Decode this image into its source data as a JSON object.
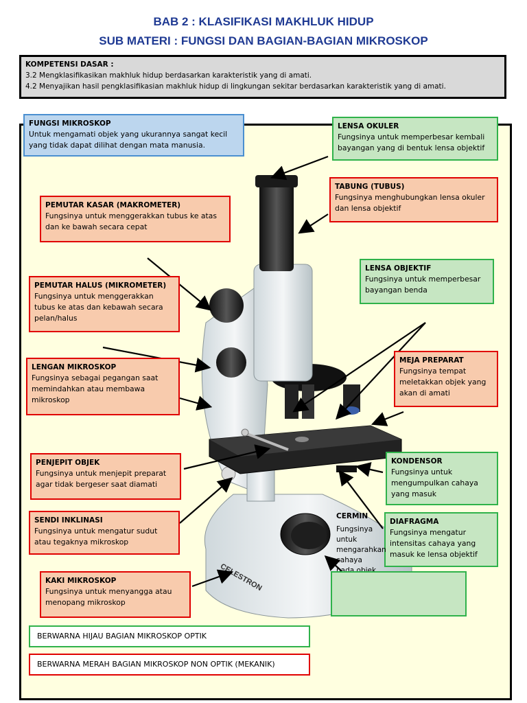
{
  "header": {
    "title": "BAB 2 : KLASIFIKASI MAKHLUK HIDUP",
    "subtitle": "SUB MATERI : FUNGSI DAN BAGIAN-BAGIAN MIKROSKOP"
  },
  "kompetensi": {
    "title": "KOMPETENSI DASAR :",
    "items": [
      "3.2  Mengklasifikasikan makhluk hidup berdasarkan karakteristik yang di amati.",
      "4.2  Menyajikan hasil pengklasifikasian makhluk hidup di lingkungan sekitar berdasarkan karakteristik yang di amati."
    ]
  },
  "boxes": {
    "fungsi": {
      "title": "FUNGSI MIKROSKOP",
      "text": "Untuk mengamati objek yang ukurannya sangat kecil yang tidak dapat dilihat dengan mata manusia."
    },
    "okuler": {
      "title": "LENSA OKULER",
      "text": "Fungsinya untuk memperbesar kembali bayangan yang di bentuk lensa objektif"
    },
    "tabung": {
      "title": "TABUNG (TUBUS)",
      "text": "Fungsinya menghubungkan lensa okuler dan lensa objektif"
    },
    "kasar": {
      "title": "PEMUTAR KASAR (MAKROMETER)",
      "text": "Fungsinya untuk menggerakkan tubus ke atas dan ke bawah secara cepat"
    },
    "objektif": {
      "title": "LENSA OBJEKTIF",
      "text": "Fungsinya untuk memperbesar bayangan benda"
    },
    "halus": {
      "title": "PEMUTAR HALUS (MIKROMETER)",
      "text": "Fungsinya untuk menggerakkan tubus ke atas dan kebawah secara pelan/halus"
    },
    "lengan": {
      "title": "LENGAN MIKROSKOP",
      "text": "Fungsinya sebagai pegangan saat memindahkan atau membawa mikroskop"
    },
    "meja": {
      "title": "MEJA PREPARAT",
      "text": "Fungsinya tempat meletakkan objek yang akan di amati"
    },
    "penjepit": {
      "title": "PENJEPIT OBJEK",
      "text": "Fungsinya untuk menjepit preparat agar tidak bergeser saat diamati"
    },
    "kondensor": {
      "title": "KONDENSOR",
      "text": "Fungsinya untuk mengumpulkan cahaya yang masuk"
    },
    "sendi": {
      "title": "SENDI INKLINASI",
      "text": "Fungsinya untuk mengatur sudut atau tegaknya mikroskop"
    },
    "kaki": {
      "title": "KAKI MIKROSKOP",
      "text": "Fungsinya untuk menyangga atau menopang mikroskop"
    },
    "cermin": {
      "title": "CERMIN",
      "text": "Fungsinya untuk mengarahkan cahaya pada objek"
    },
    "diafragma": {
      "title": "DIAFRAGMA",
      "text": "Fungsinya mengatur intensitas cahaya yang masuk ke lensa objektif"
    }
  },
  "legend": {
    "green": "BERWARNA HIJAU BAGIAN MIKROSKOP OPTIK",
    "red": "BERWARNA MERAH BAGIAN MIKROSKOP NON OPTIK (MEKANIK)"
  },
  "brand": "CELESTRON",
  "colors": {
    "title": "#1f3a93",
    "red_border": "#e00000",
    "green_border": "#2fb24a",
    "blue_border": "#4a8fd0"
  }
}
